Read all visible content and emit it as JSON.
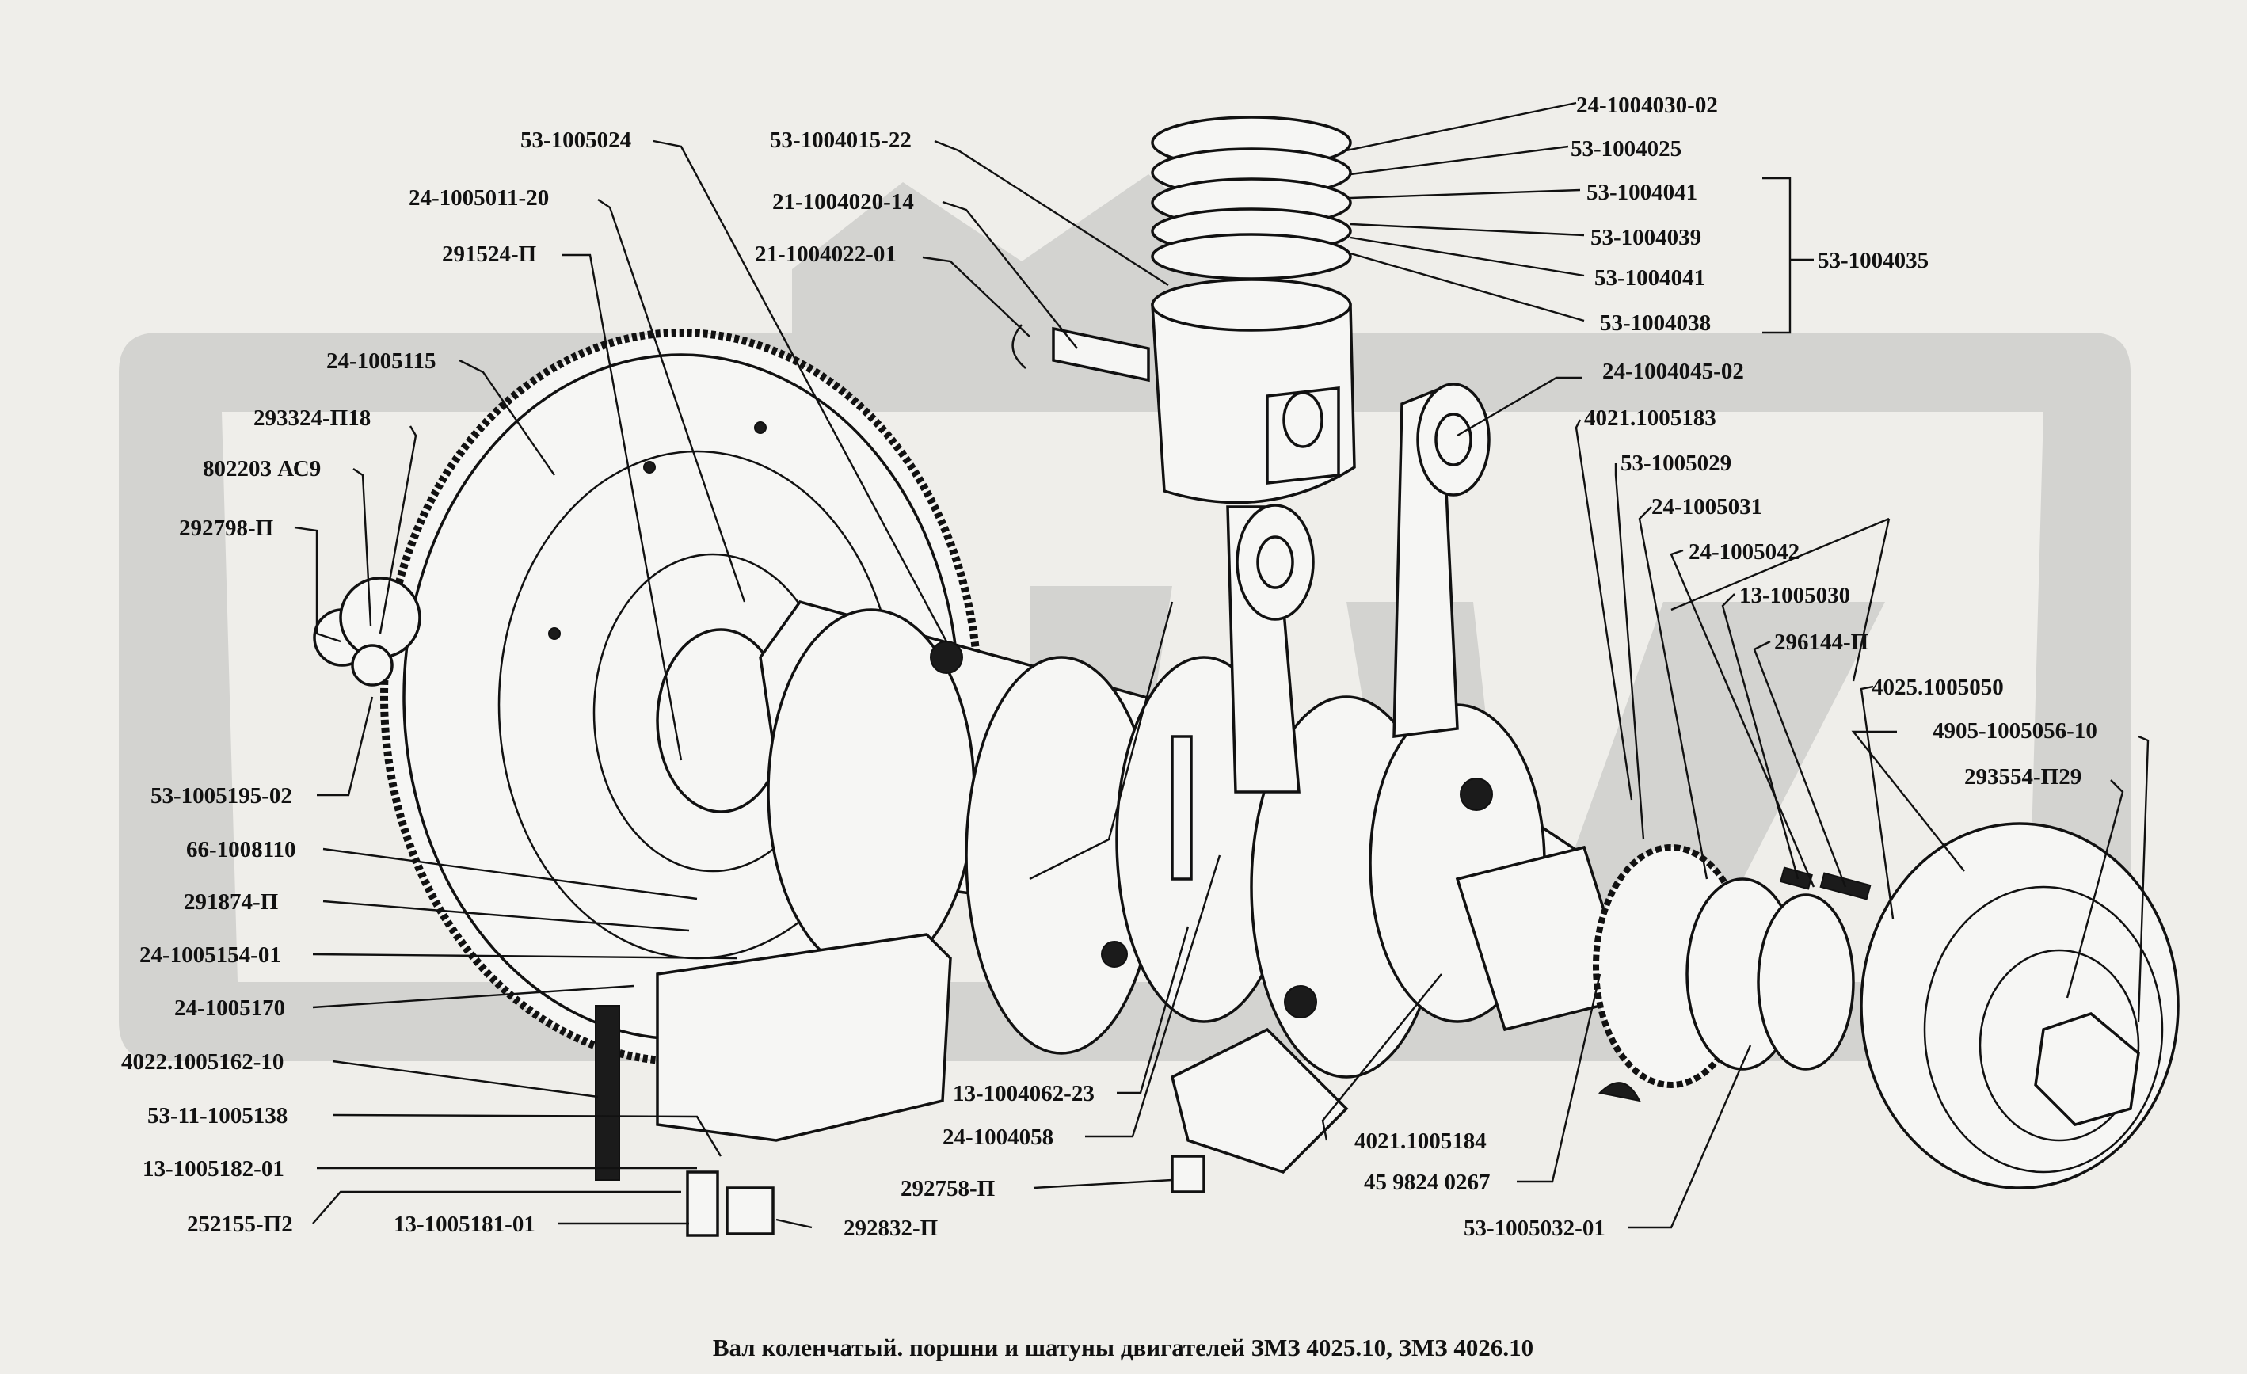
{
  "caption": "Вал коленчатый. поршни и шатуны двигателей ЗМЗ 4025.10, ЗМЗ 4026.10",
  "watermark": "ORIX",
  "colors": {
    "background": "#efeeea",
    "line": "#111111",
    "watermark": "#d3d3d0"
  },
  "labels": [
    {
      "id": "lbl-1",
      "text": "24-1004030-02"
    },
    {
      "id": "lbl-2",
      "text": "53-1004025"
    },
    {
      "id": "lbl-3",
      "text": "53-1004041"
    },
    {
      "id": "lbl-4",
      "text": "53-1004039"
    },
    {
      "id": "lbl-5",
      "text": "53-1004041"
    },
    {
      "id": "lbl-6",
      "text": "53-1004038"
    },
    {
      "id": "lbl-7",
      "text": "53-1004035"
    },
    {
      "id": "lbl-8",
      "text": "53-1005024"
    },
    {
      "id": "lbl-9",
      "text": "53-1004015-22"
    },
    {
      "id": "lbl-10",
      "text": "21-1004020-14"
    },
    {
      "id": "lbl-11",
      "text": "21-1004022-01"
    },
    {
      "id": "lbl-12",
      "text": "24-1005011-20"
    },
    {
      "id": "lbl-13",
      "text": "291524-П"
    },
    {
      "id": "lbl-14",
      "text": "24-1005115"
    },
    {
      "id": "lbl-15",
      "text": "293324-П18"
    },
    {
      "id": "lbl-16",
      "text": "802203 АС9"
    },
    {
      "id": "lbl-17",
      "text": "292798-П"
    },
    {
      "id": "lbl-18",
      "text": "24-1004045-02"
    },
    {
      "id": "lbl-19",
      "text": "4021.1005183"
    },
    {
      "id": "lbl-20",
      "text": "53-1005029"
    },
    {
      "id": "lbl-21",
      "text": "24-1005031"
    },
    {
      "id": "lbl-22",
      "text": "24-1005042"
    },
    {
      "id": "lbl-23",
      "text": "13-1005030"
    },
    {
      "id": "lbl-24",
      "text": "296144-П"
    },
    {
      "id": "lbl-25",
      "text": "4025.1005050"
    },
    {
      "id": "lbl-26",
      "text": "4905-1005056-10"
    },
    {
      "id": "lbl-27",
      "text": "293554-П29"
    },
    {
      "id": "lbl-28",
      "text": "53-1005195-02"
    },
    {
      "id": "lbl-29",
      "text": "66-1008110"
    },
    {
      "id": "lbl-30",
      "text": "291874-П"
    },
    {
      "id": "lbl-31",
      "text": "24-1005154-01"
    },
    {
      "id": "lbl-32",
      "text": "24-1005170"
    },
    {
      "id": "lbl-33",
      "text": "4022.1005162-10"
    },
    {
      "id": "lbl-34",
      "text": "53-11-1005138"
    },
    {
      "id": "lbl-35",
      "text": "13-1005182-01"
    },
    {
      "id": "lbl-36",
      "text": "252155-П2"
    },
    {
      "id": "lbl-37",
      "text": "13-1005181-01"
    },
    {
      "id": "lbl-38",
      "text": "292832-П"
    },
    {
      "id": "lbl-39",
      "text": "13-1004062-23"
    },
    {
      "id": "lbl-40",
      "text": "24-1004058"
    },
    {
      "id": "lbl-41",
      "text": "292758-П"
    },
    {
      "id": "lbl-42",
      "text": "4021.1005184"
    },
    {
      "id": "lbl-43",
      "text": "45 9824 0267"
    },
    {
      "id": "lbl-44",
      "text": "53-1005032-01"
    }
  ]
}
